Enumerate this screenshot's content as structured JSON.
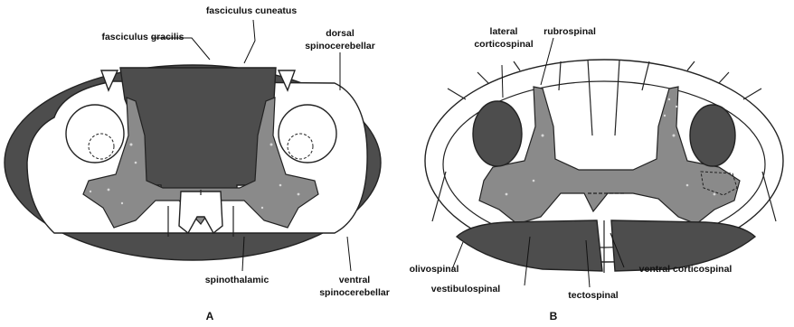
{
  "figure": {
    "panel_a": {
      "letter": "A",
      "labels": {
        "fasciculus_gracilis": "fasciculus gracilis",
        "fasciculus_cuneatus": "fasciculus cuneatus",
        "dorsal_spinocerebellar_1": "dorsal",
        "dorsal_spinocerebellar_2": "spinocerebellar",
        "spinothalamic": "spinothalamic",
        "ventral_spinocerebellar_1": "ventral",
        "ventral_spinocerebellar_2": "spinocerebellar"
      }
    },
    "panel_b": {
      "letter": "B",
      "labels": {
        "lateral_corticospinal_1": "lateral",
        "lateral_corticospinal_2": "corticospinal",
        "rubrospinal": "rubrospinal",
        "olivospinal": "olivospinal",
        "vestibulospinal": "vestibulospinal",
        "tectospinal": "tectospinal",
        "ventral_corticospinal": "ventral corticospinal"
      }
    },
    "colors": {
      "tract_fill": "#4d4d4d",
      "gray_matter_fill": "#8a8a8a",
      "outline": "#222222",
      "background": "#ffffff"
    }
  }
}
